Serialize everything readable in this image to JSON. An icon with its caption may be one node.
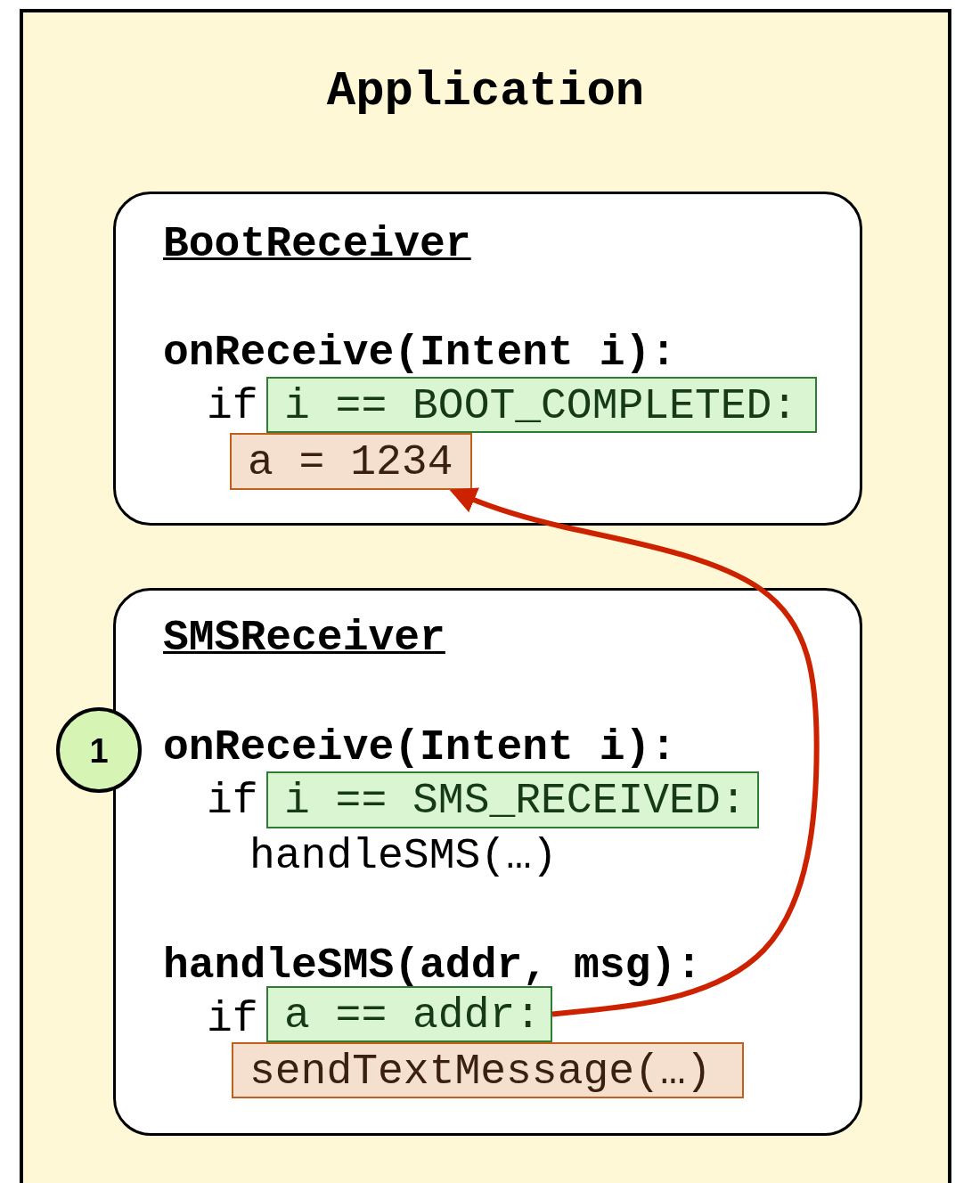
{
  "diagram": {
    "nodes": [
      {
        "text": [
          "Application"
        ]
      },
      {
        "text": [
          "BootReceiver",
          "onReceive(Intent i):",
          "if"
        ],
        "in": 0
      },
      {
        "text": [
          "i == BOOT_COMPLETED:"
        ],
        "in": 1
      },
      {
        "text": [
          "a = 1234"
        ],
        "in": 1
      },
      {
        "text": [
          "SMSReceiver",
          "onReceive(Intent i):",
          "if",
          "handleSMS(…)",
          "handleSMS(addr, msg):",
          "if"
        ],
        "in": 0
      },
      {
        "text": [
          "i == SMS_RECEIVED:"
        ],
        "in": 4
      },
      {
        "text": [
          "a == addr:"
        ],
        "in": 4
      },
      {
        "text": [
          "sendTextMessage(…)"
        ],
        "in": 4
      },
      {
        "text": [
          "1"
        ],
        "in": 0
      }
    ],
    "edges": [
      {
        "from": 6,
        "to": 3,
        "arrow": "to",
        "color": "#cc2200"
      }
    ]
  }
}
